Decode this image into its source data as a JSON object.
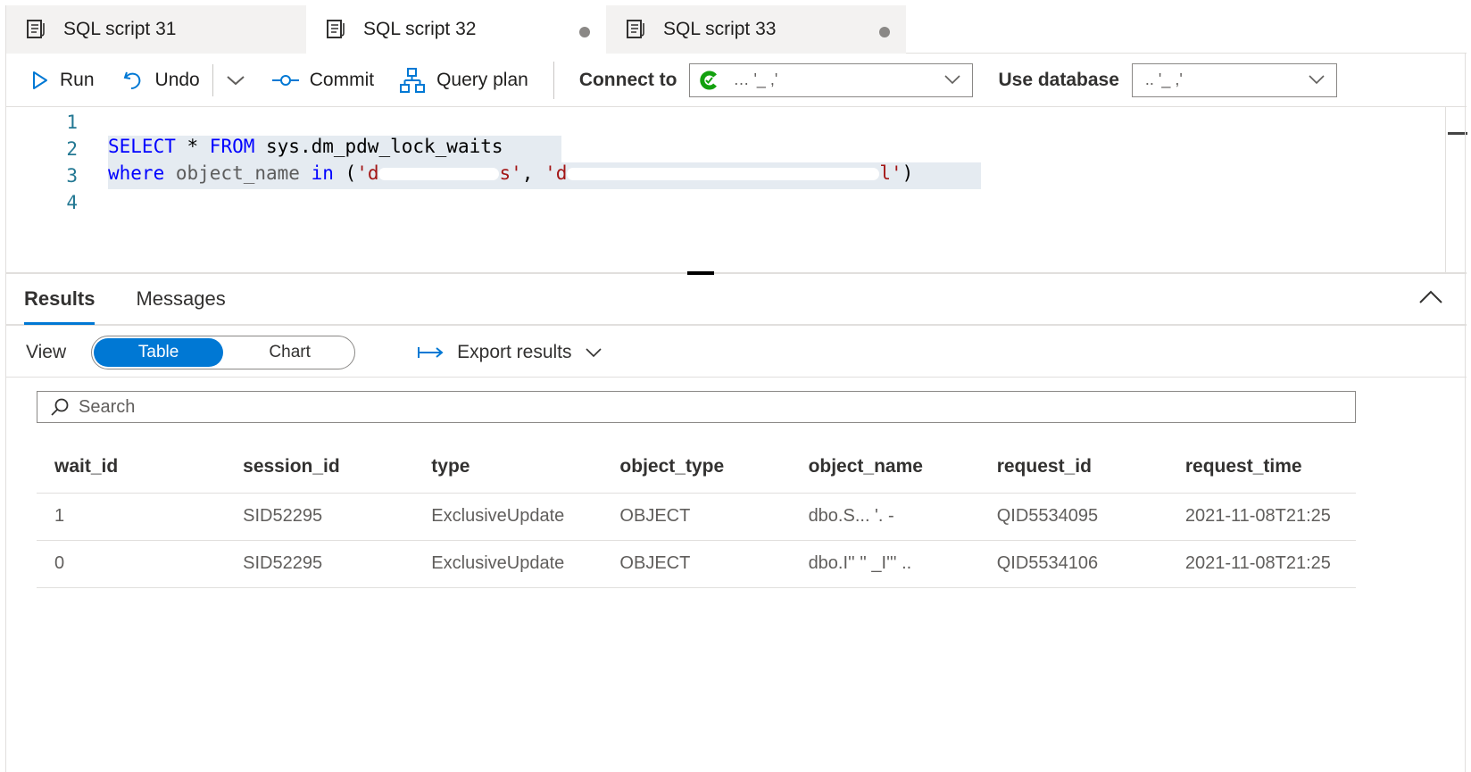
{
  "tabs": [
    {
      "label": "SQL script 31",
      "active": false,
      "dirty": false
    },
    {
      "label": "SQL script 32",
      "active": true,
      "dirty": true
    },
    {
      "label": "SQL script 33",
      "active": false,
      "dirty": true
    }
  ],
  "toolbar": {
    "run_label": "Run",
    "undo_label": "Undo",
    "commit_label": "Commit",
    "query_plan_label": "Query plan",
    "connect_to_label": "Connect to",
    "connect_to_value": "… '_ ,'",
    "use_database_label": "Use database",
    "use_database_value": ".. '_ ,'"
  },
  "editor": {
    "line_numbers": [
      "1",
      "2",
      "3",
      "4"
    ],
    "line2": {
      "kw1": "SELECT",
      "star": " * ",
      "kw2": "FROM",
      "rest": " sys.dm_pdw_lock_waits"
    },
    "line3": {
      "kw1": "where",
      "mid": " object_name ",
      "kw2": "in",
      "open": " (",
      "str1a": "'d",
      "str1b": "s'",
      "comma": ", ",
      "str2a": "'d",
      "str2b": "l'",
      "close": ")"
    }
  },
  "results": {
    "tab_results": "Results",
    "tab_messages": "Messages",
    "view_label": "View",
    "view_table": "Table",
    "view_chart": "Chart",
    "export_label": "Export results",
    "search_placeholder": "Search",
    "columns": [
      "wait_id",
      "session_id",
      "type",
      "object_type",
      "object_name",
      "request_id",
      "request_time"
    ],
    "rows": [
      [
        "1",
        "SID52295",
        "ExclusiveUpdate",
        "OBJECT",
        "dbo.S... '. -",
        "QID5534095",
        "2021-11-08T21:25"
      ],
      [
        "0",
        "SID52295",
        "ExclusiveUpdate",
        "OBJECT",
        "dbo.I'' '' _I''' ..",
        "QID5534106",
        "2021-11-08T21:25"
      ]
    ]
  },
  "colors": {
    "accent": "#0078d4",
    "keyword": "#0000ff",
    "string": "#a31515",
    "status_ok": "#13a10e"
  }
}
